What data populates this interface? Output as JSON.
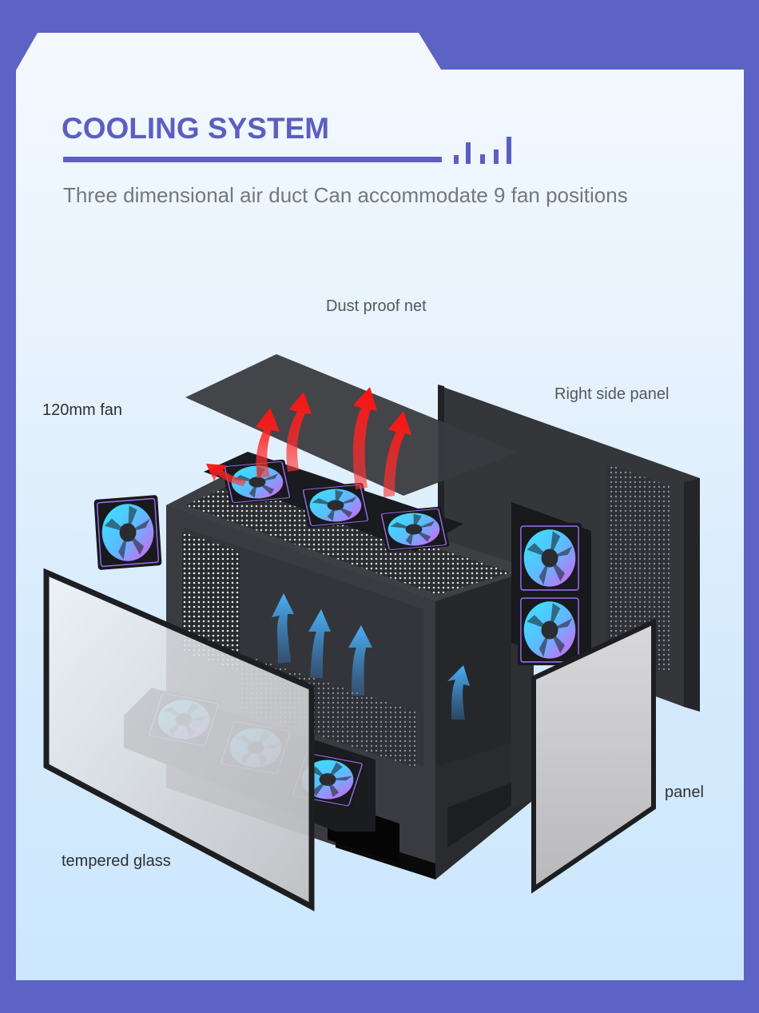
{
  "header": {
    "title": "COOLING SYSTEM",
    "subtitle": "Three dimensional air duct Can accommodate 9 fan positions",
    "signal_bars_icon": "signal-bars-icon"
  },
  "labels": {
    "dust_proof_net": "Dust proof net",
    "fan_120mm": "120mm fan",
    "right_side_panel": "Right side panel",
    "panel": "panel",
    "tempered_glass": "tempered glass"
  },
  "illustration": {
    "subject": "Exploded view of PC case with RGB fans and airflow arrows",
    "fan_count_shown": 9,
    "exhaust_arrow_color": "#ff1a1a",
    "intake_arrow_color": "#4aa8f0"
  },
  "colors": {
    "frame": "#5d63c4",
    "accent": "#5b5fc1",
    "subtitle_text": "#75777c",
    "label_text": "#2f3033",
    "card_top": "#f4f9fe",
    "card_bottom": "#cce7fd"
  }
}
